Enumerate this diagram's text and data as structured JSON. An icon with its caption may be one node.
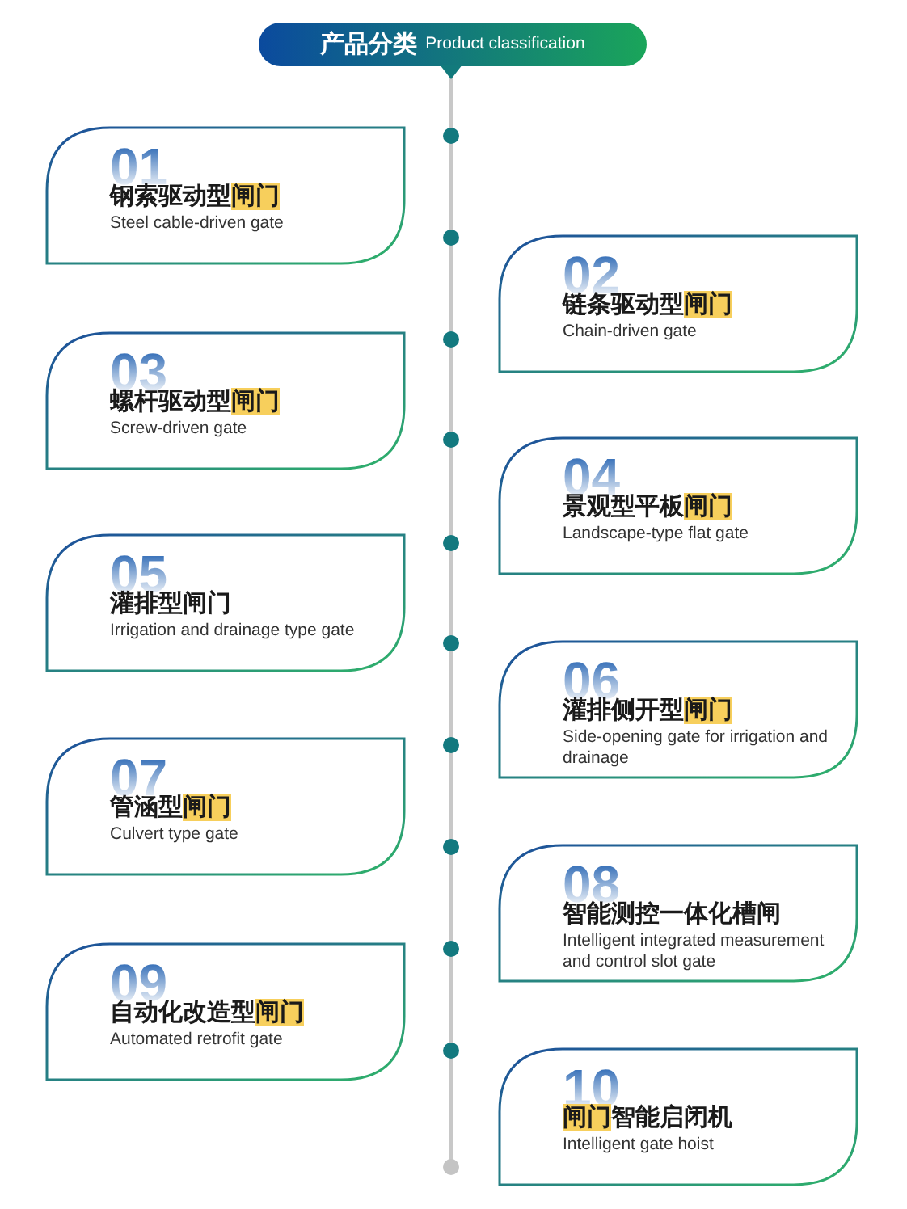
{
  "diagram": {
    "nodes": [
      {
        "text": [
          "产品分类",
          "Product classification"
        ]
      },
      {
        "text": [
          "01",
          "钢索驱动型**闸门**",
          "Steel cable-driven gate"
        ]
      },
      {
        "text": [
          "02",
          "链条驱动型**闸门**",
          "Chain-driven gate"
        ]
      },
      {
        "text": [
          "03",
          "螺杆驱动型**闸门**",
          "Screw-driven gate"
        ]
      },
      {
        "text": [
          "04",
          "景观型平板**闸门**",
          "Landscape-type flat gate"
        ]
      },
      {
        "text": [
          "05",
          "灌排型闸门",
          "Irrigation and drainage type gate"
        ]
      },
      {
        "text": [
          "06",
          "灌排侧开型**闸门**",
          "Side-opening gate for irrigation and drainage"
        ]
      },
      {
        "text": [
          "07",
          "管涵型**闸门**",
          "Culvert type gate"
        ]
      },
      {
        "text": [
          "08",
          "智能测控一体化槽闸",
          "Intelligent integrated measurement and control slot gate"
        ]
      },
      {
        "text": [
          "09",
          "自动化改造型**闸门**",
          "Automated retrofit gate"
        ]
      },
      {
        "text": [
          "10",
          "**闸门**智能启闭机",
          "Intelligent gate hoist"
        ]
      }
    ]
  }
}
